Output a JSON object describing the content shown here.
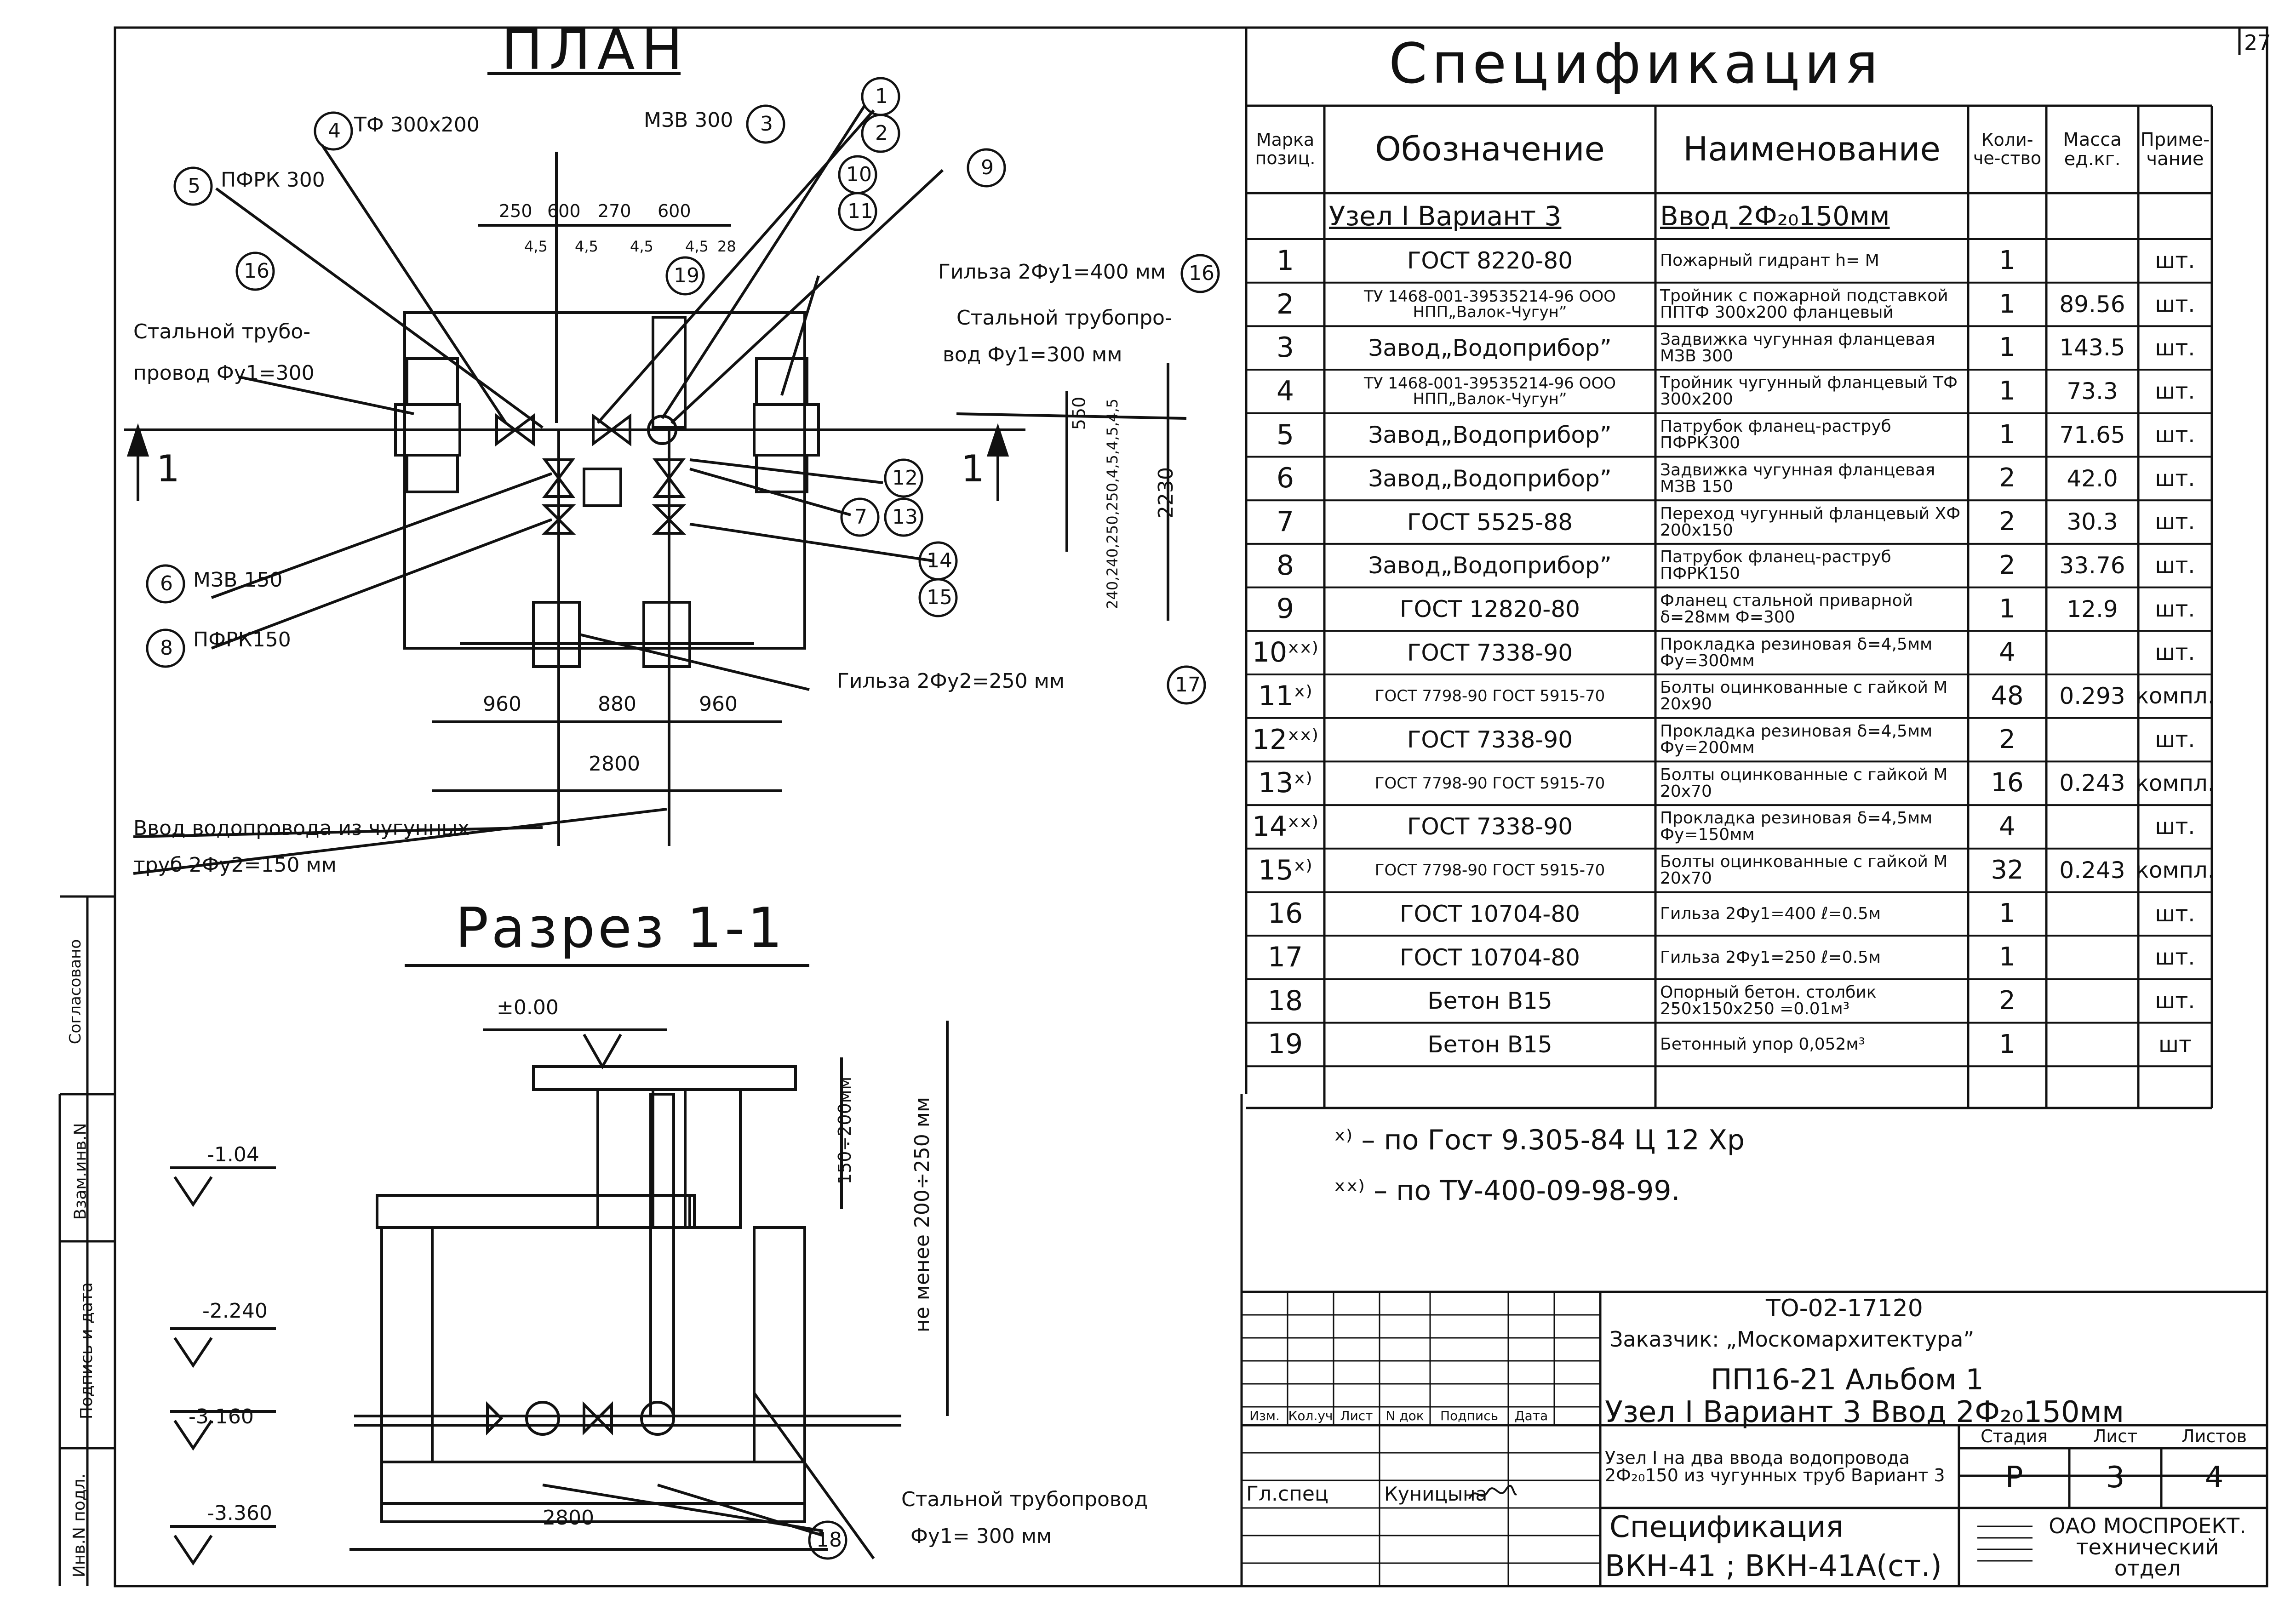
{
  "sheet_number": "27",
  "left_margin": {
    "inv_podl": "Инв.N подл.",
    "podpis_data": "Подпись и дата",
    "vzam_inv": "Взам.инв.N",
    "soglasovano": "Согласовано"
  },
  "plan": {
    "title": "ПЛАН",
    "callouts": {
      "tf": "ТФ 300х200",
      "mzv300": "МЗВ 300",
      "pfrk300": "ПФРК 300",
      "mzv150": "МЗВ 150",
      "pfrk150": "ПФРК150",
      "steel_left": "Стальной трубо-",
      "steel_left2": "провод Фу1=300",
      "steel_right": "Стальной трубопро-",
      "steel_right2": "вод Фу1=300 мм",
      "sleeve400": "Гильза 2Фу1=400 мм",
      "sleeve250": "Гильза 2Фу2=250 мм",
      "inlet": "Ввод водопровода из чугунных",
      "inlet2": "труб 2Фу2=150 мм",
      "section_mark": "1"
    },
    "dims": {
      "d250": "250",
      "d600a": "600",
      "d270": "270",
      "d600b": "600",
      "d45a": "4,5",
      "d45b": "4,5",
      "d45c": "4,5",
      "d45d": "4,5",
      "d28": "28",
      "d960a": "960",
      "d880": "880",
      "d960b": "960",
      "d2800": "2800",
      "d550": "550",
      "d2230": "2230",
      "dv": "240,240,250,250,4,5,4,5,4,5"
    },
    "balloons": [
      "1",
      "2",
      "3",
      "4",
      "5",
      "6",
      "7",
      "8",
      "9",
      "10",
      "11",
      "12",
      "13",
      "14",
      "15",
      "16",
      "16",
      "17",
      "19"
    ]
  },
  "section": {
    "title": "Разрез 1-1",
    "levels": {
      "top": "±0.00",
      "l1": "-1.04",
      "l2": "-2.240",
      "l3": "-3.160",
      "l4": "-3.360"
    },
    "dim_150_200": "150÷200мм",
    "dim_min": "не менее 200÷250 мм",
    "dim_2800": "2800",
    "steel": "Стальной трубопровод",
    "steel2": "Фу1= 300 мм",
    "balloon": "18"
  },
  "spec": {
    "title": "Спецификация",
    "headers": {
      "mark": "Марка позиц.",
      "designation": "Обозначение",
      "name": "Наименование",
      "qty": "Коли-че-ство",
      "mass": "Масса ед.кг.",
      "note": "Приме-чание"
    },
    "group_row": {
      "designation": "Узел I  Вариант 3",
      "name": "Ввод 2Ф₂₀150мм"
    },
    "rows": [
      {
        "mark": "1",
        "designation": "ГОСТ 8220-80",
        "name": "Пожарный гидрант h= М",
        "qty": "1",
        "mass": "",
        "note": "шт."
      },
      {
        "mark": "2",
        "designation": "ТУ 1468-001-39535214-96 ООО НПП„Валок-Чугун”",
        "name": "Тройник с пожарной подставкой ППТФ 300х200 фланцевый",
        "qty": "1",
        "mass": "89.56",
        "note": "шт."
      },
      {
        "mark": "3",
        "designation": "Завод„Водоприбор”",
        "name": "Задвижка чугунная фланцевая МЗВ 300",
        "qty": "1",
        "mass": "143.5",
        "note": "шт."
      },
      {
        "mark": "4",
        "designation": "ТУ 1468-001-39535214-96 ООО НПП„Валок-Чугун”",
        "name": "Тройник чугунный фланцевый ТФ 300х200",
        "qty": "1",
        "mass": "73.3",
        "note": "шт."
      },
      {
        "mark": "5",
        "designation": "Завод„Водоприбор”",
        "name": "Патрубок фланец-раструб ПФРК300",
        "qty": "1",
        "mass": "71.65",
        "note": "шт."
      },
      {
        "mark": "6",
        "designation": "Завод„Водоприбор”",
        "name": "Задвижка чугунная фланцевая МЗВ 150",
        "qty": "2",
        "mass": "42.0",
        "note": "шт."
      },
      {
        "mark": "7",
        "designation": "ГОСТ 5525-88",
        "name": "Переход чугунный фланцевый ХФ 200х150",
        "qty": "2",
        "mass": "30.3",
        "note": "шт."
      },
      {
        "mark": "8",
        "designation": "Завод„Водоприбор”",
        "name": "Патрубок фланец-раструб ПФРК150",
        "qty": "2",
        "mass": "33.76",
        "note": "шт."
      },
      {
        "mark": "9",
        "designation": "ГОСТ 12820-80",
        "name": "Фланец стальной приварной δ=28мм Ф=300",
        "qty": "1",
        "mass": "12.9",
        "note": "шт."
      },
      {
        "mark": "10ˣˣ⁾",
        "designation": "ГОСТ 7338-90",
        "name": "Прокладка резиновая δ=4,5мм Фу=300мм",
        "qty": "4",
        "mass": "",
        "note": "шт."
      },
      {
        "mark": "11ˣ⁾",
        "designation": "ГОСТ 7798-90 ГОСТ 5915-70",
        "name": "Болты оцинкованные с гайкой М 20х90",
        "qty": "48",
        "mass": "0.293",
        "note": "компл."
      },
      {
        "mark": "12ˣˣ⁾",
        "designation": "ГОСТ 7338-90",
        "name": "Прокладка резиновая δ=4,5мм Фу=200мм",
        "qty": "2",
        "mass": "",
        "note": "шт."
      },
      {
        "mark": "13ˣ⁾",
        "designation": "ГОСТ 7798-90 ГОСТ 5915-70",
        "name": "Болты оцинкованные с гайкой М 20х70",
        "qty": "16",
        "mass": "0.243",
        "note": "компл."
      },
      {
        "mark": "14ˣˣ⁾",
        "designation": "ГОСТ 7338-90",
        "name": "Прокладка резиновая δ=4,5мм Фу=150мм",
        "qty": "4",
        "mass": "",
        "note": "шт."
      },
      {
        "mark": "15ˣ⁾",
        "designation": "ГОСТ 7798-90 ГОСТ 5915-70",
        "name": "Болты оцинкованные с гайкой М 20х70",
        "qty": "32",
        "mass": "0.243",
        "note": "компл."
      },
      {
        "mark": "16",
        "designation": "ГОСТ 10704-80",
        "name": "Гильза 2Фу1=400 ℓ=0.5м",
        "qty": "1",
        "mass": "",
        "note": "шт."
      },
      {
        "mark": "17",
        "designation": "ГОСТ 10704-80",
        "name": "Гильза 2Фу1=250 ℓ=0.5м",
        "qty": "1",
        "mass": "",
        "note": "шт."
      },
      {
        "mark": "18",
        "designation": "Бетон В15",
        "name": "Опорный бетон. столбик 250х150х250 =0.01м³",
        "qty": "2",
        "mass": "",
        "note": "шт."
      },
      {
        "mark": "19",
        "designation": "Бетон В15",
        "name": "Бетонный упор 0,052м³",
        "qty": "1",
        "mass": "",
        "note": "шт"
      }
    ],
    "footnote1": "ˣ⁾ – по Гост 9.305-84 Ц 12 Хр",
    "footnote2": "ˣˣ⁾ – по ТУ-400-09-98-99."
  },
  "title_block": {
    "code": "ТО-02-17120",
    "customer": "Заказчик: „Москомархитектура”",
    "project": "ПП16-21   Альбом 1",
    "unit": "Узел I  Вариант 3   Ввод 2Ф₂₀150мм",
    "desc": "Узел I на два ввода водопровода 2Ф₂₀150 из чугунных труб Вариант 3",
    "stage_h": "Стадия",
    "sheet_h": "Лист",
    "sheets_h": "Листов",
    "stage": "Р",
    "sheet": "3",
    "sheets": "4",
    "doc": "Спецификация",
    "doc2": "ВКН-41 ; ВКН-41А(ст.)",
    "org": "ОАО МОСПРОЕКТ. технический отдел",
    "cols": [
      "Изм.",
      "Кол.уч",
      "Лист",
      "N док",
      "Подпись",
      "Дата"
    ],
    "role": "Гл.спец",
    "person": "Куницына"
  }
}
